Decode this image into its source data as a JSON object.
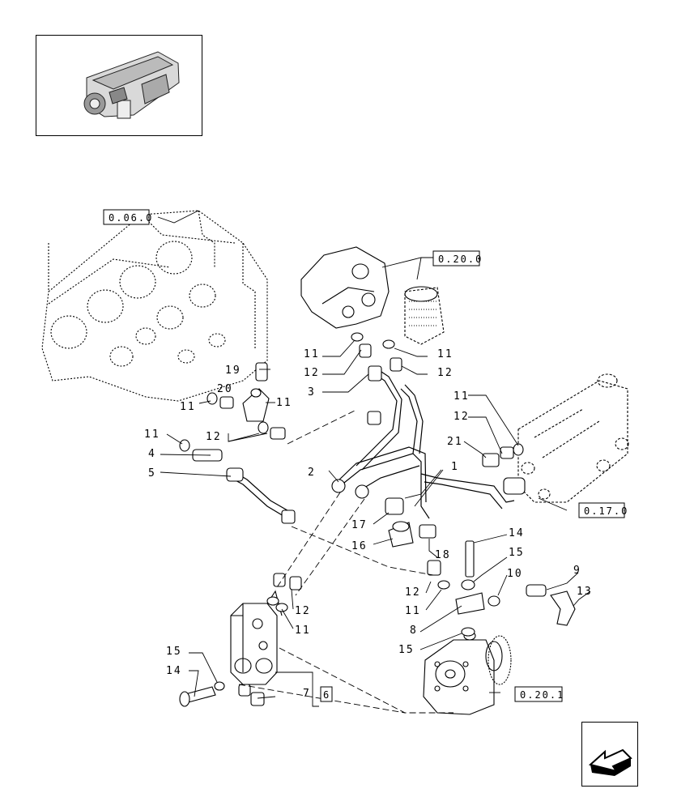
{
  "reference_tags": [
    "0.06.0",
    "0.20.0",
    "0.17.0",
    "0.20.1",
    "6"
  ],
  "callouts": [
    "1",
    "2",
    "3",
    "4",
    "5",
    "6",
    "7",
    "8",
    "9",
    "10",
    "11",
    "12",
    "13",
    "14",
    "15",
    "16",
    "17",
    "18",
    "19",
    "20",
    "21"
  ],
  "icons": {
    "thumbnail": "engine-thumbnail-icon",
    "navigation": "next-page-arrow-icon"
  }
}
